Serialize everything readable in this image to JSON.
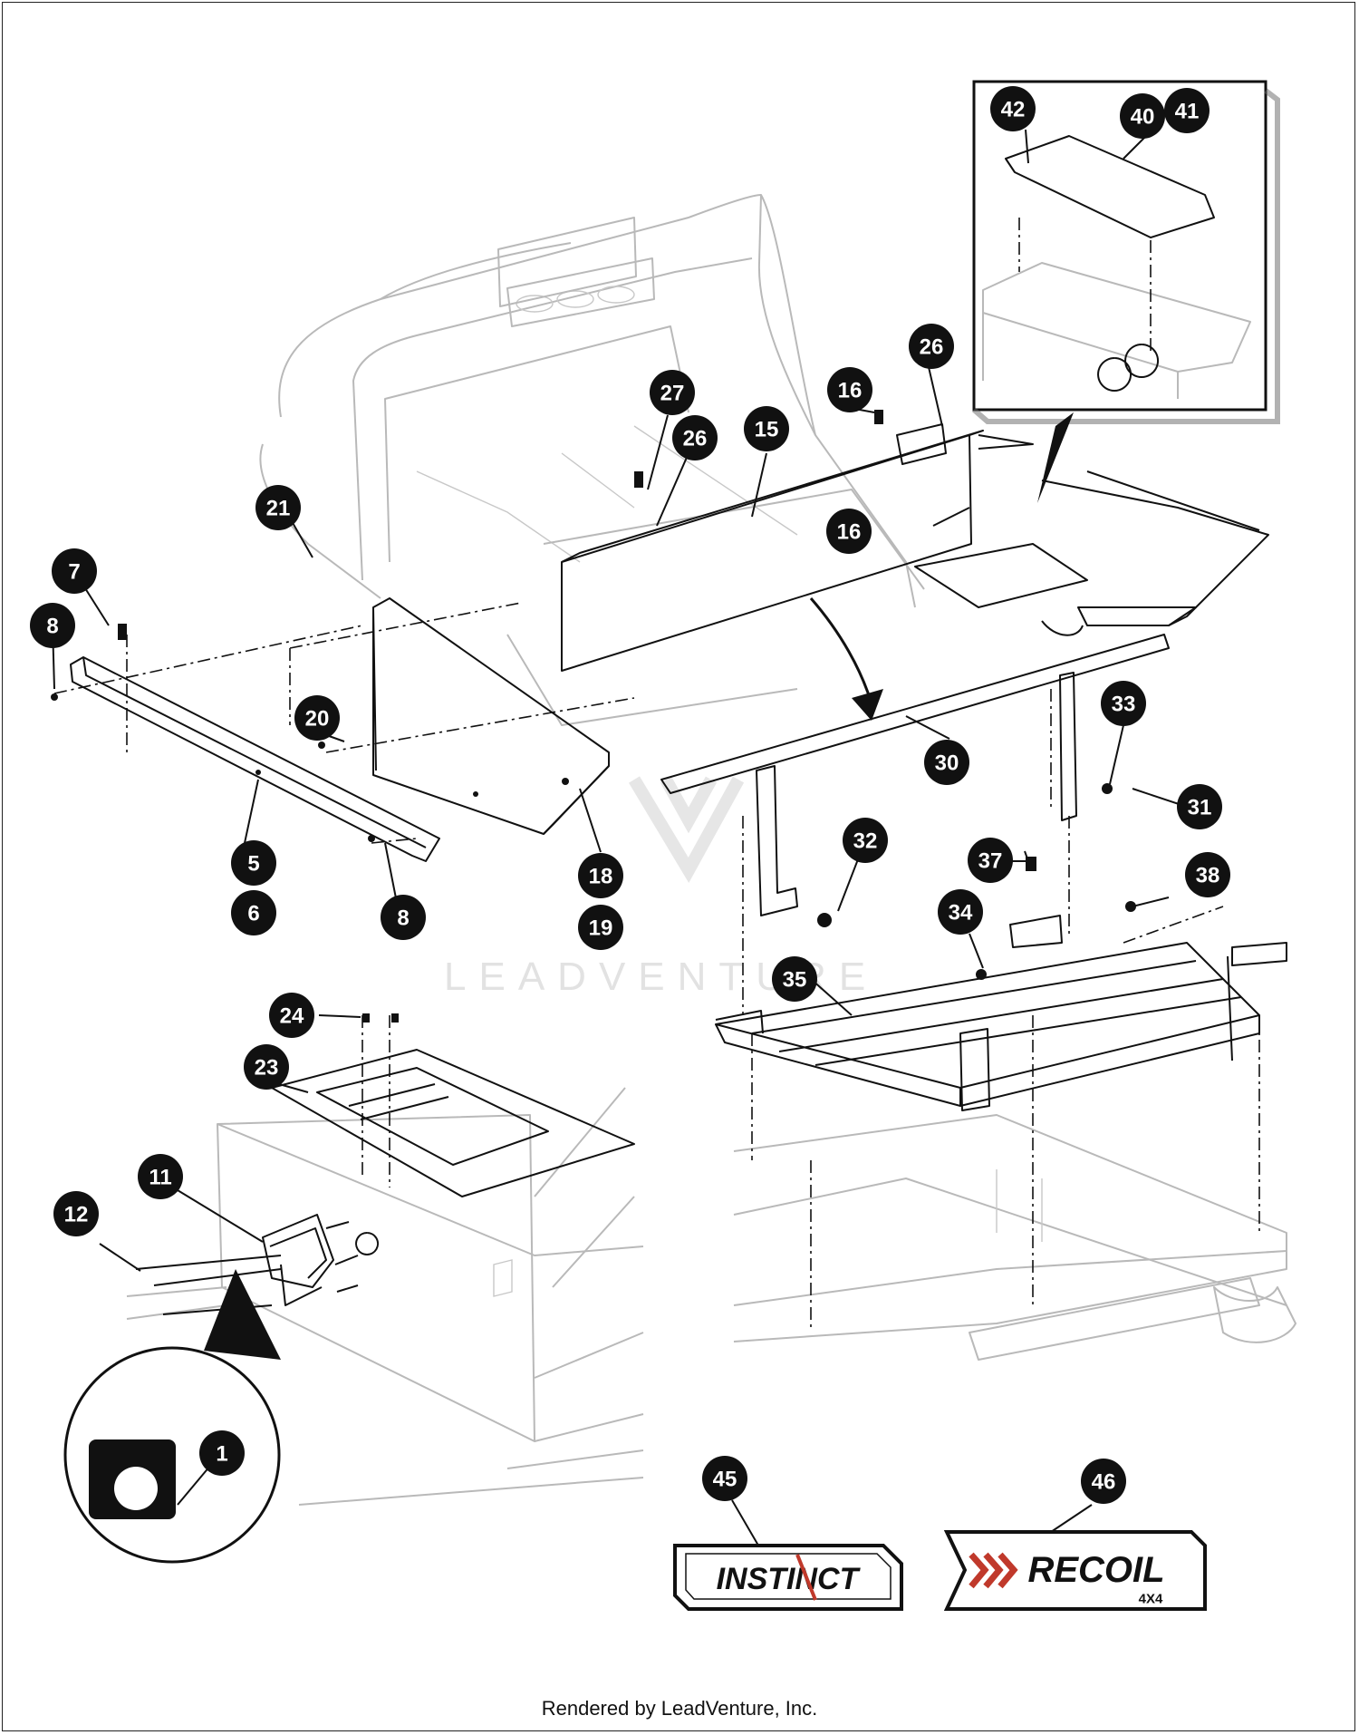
{
  "footer": {
    "text": "Rendered by LeadVenture, Inc."
  },
  "watermark": {
    "text": "LEADVENTURE"
  },
  "badges": {
    "instinct": {
      "text": "INSTINCT"
    },
    "recoil": {
      "text": "RECOIL",
      "sub": "4X4"
    }
  },
  "callouts": [
    "1",
    "5",
    "6",
    "7",
    "8",
    "8",
    "11",
    "12",
    "15",
    "16",
    "16",
    "18",
    "19",
    "20",
    "21",
    "23",
    "24",
    "26",
    "26",
    "27",
    "30",
    "31",
    "32",
    "33",
    "34",
    "35",
    "37",
    "38",
    "40",
    "41",
    "42",
    "45",
    "46"
  ],
  "colors": {
    "ink": "#111111",
    "ghost": "#b9b9b9",
    "accent": "#c0392b"
  }
}
